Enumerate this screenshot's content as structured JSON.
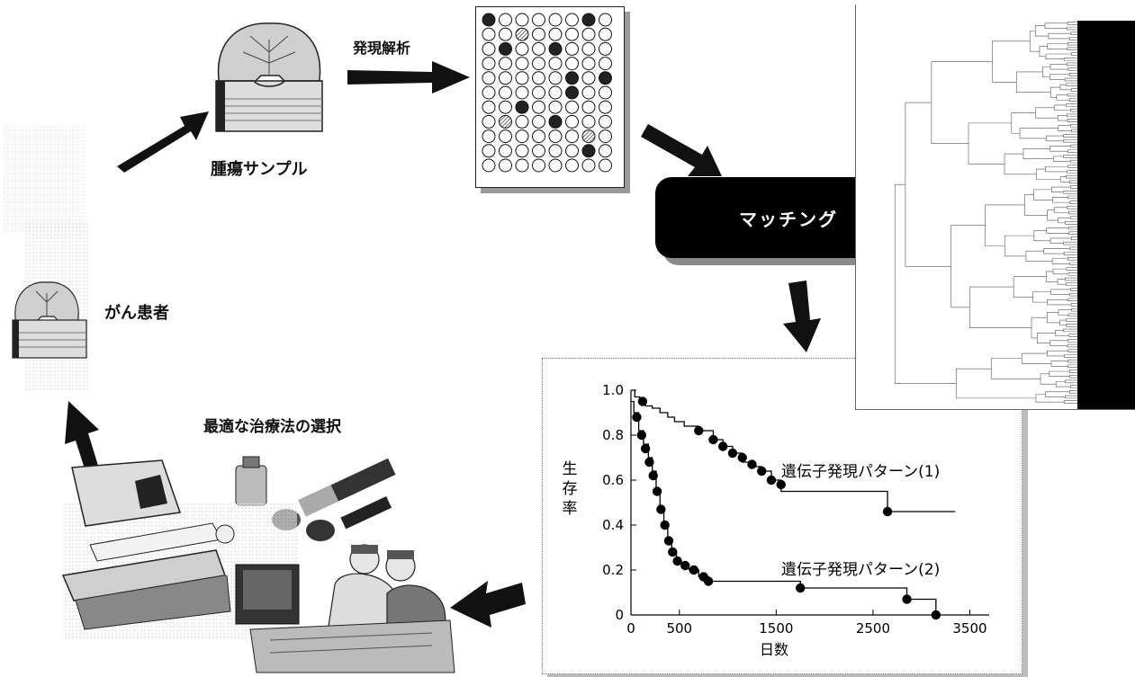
{
  "labels": {
    "expression_analysis": "発現解析",
    "tumor_sample": "腫瘍サンプル",
    "matching": "マッチング",
    "cancer_patient": "がん患者",
    "optimal_treatment": "最適な治療法の選択"
  },
  "chart_data": {
    "type": "line",
    "title": "",
    "xlabel": "日数",
    "ylabel": "生存率",
    "xlim": [
      0,
      3700
    ],
    "ylim": [
      0,
      1.0
    ],
    "xticks": [
      0,
      500,
      1500,
      2500,
      3500
    ],
    "yticks": [
      0,
      0.2,
      0.4,
      0.6,
      0.8,
      1.0
    ],
    "ytick_labels": [
      "0",
      "0.2",
      "0.4",
      "0.6",
      "0.8",
      "1.0"
    ],
    "series": [
      {
        "name": "遺伝子発現パターン(1)",
        "steps": [
          [
            0,
            1.0
          ],
          [
            40,
            0.97
          ],
          [
            90,
            0.95
          ],
          [
            150,
            0.93
          ],
          [
            220,
            0.92
          ],
          [
            300,
            0.9
          ],
          [
            380,
            0.88
          ],
          [
            450,
            0.86
          ],
          [
            550,
            0.84
          ],
          [
            700,
            0.82
          ],
          [
            850,
            0.78
          ],
          [
            950,
            0.75
          ],
          [
            1050,
            0.72
          ],
          [
            1150,
            0.68
          ],
          [
            1250,
            0.66
          ],
          [
            1350,
            0.64
          ],
          [
            1450,
            0.6
          ],
          [
            1550,
            0.55
          ],
          [
            2650,
            0.46
          ],
          [
            3350,
            0.46
          ]
        ],
        "censored": [
          [
            120,
            0.95
          ],
          [
            700,
            0.82
          ],
          [
            850,
            0.78
          ],
          [
            950,
            0.75
          ],
          [
            1050,
            0.72
          ],
          [
            1150,
            0.7
          ],
          [
            1250,
            0.67
          ],
          [
            1350,
            0.64
          ],
          [
            1450,
            0.6
          ],
          [
            1550,
            0.58
          ],
          [
            2650,
            0.46
          ]
        ]
      },
      {
        "name": "遺伝子発現パターン(2)",
        "steps": [
          [
            0,
            0.95
          ],
          [
            30,
            0.9
          ],
          [
            80,
            0.82
          ],
          [
            130,
            0.76
          ],
          [
            180,
            0.7
          ],
          [
            220,
            0.64
          ],
          [
            260,
            0.56
          ],
          [
            300,
            0.48
          ],
          [
            340,
            0.41
          ],
          [
            380,
            0.34
          ],
          [
            420,
            0.28
          ],
          [
            470,
            0.24
          ],
          [
            520,
            0.22
          ],
          [
            600,
            0.2
          ],
          [
            700,
            0.17
          ],
          [
            800,
            0.15
          ],
          [
            1750,
            0.12
          ],
          [
            2850,
            0.07
          ],
          [
            3150,
            0.0
          ]
        ],
        "censored": [
          [
            60,
            0.88
          ],
          [
            110,
            0.8
          ],
          [
            150,
            0.74
          ],
          [
            190,
            0.68
          ],
          [
            230,
            0.62
          ],
          [
            270,
            0.55
          ],
          [
            310,
            0.47
          ],
          [
            350,
            0.4
          ],
          [
            390,
            0.33
          ],
          [
            430,
            0.28
          ],
          [
            480,
            0.24
          ],
          [
            560,
            0.22
          ],
          [
            650,
            0.2
          ],
          [
            750,
            0.17
          ],
          [
            800,
            0.15
          ],
          [
            1750,
            0.12
          ],
          [
            2850,
            0.07
          ],
          [
            3150,
            0.0
          ]
        ]
      }
    ]
  },
  "microarray": {
    "rows": 11,
    "cols": 8,
    "filled_dark": [
      [
        0,
        0
      ],
      [
        0,
        6
      ],
      [
        2,
        1
      ],
      [
        2,
        4
      ],
      [
        4,
        5
      ],
      [
        4,
        7
      ],
      [
        5,
        5
      ],
      [
        6,
        2
      ],
      [
        7,
        4
      ],
      [
        9,
        6
      ]
    ],
    "filled_hatched": [
      [
        1,
        2
      ],
      [
        7,
        1
      ],
      [
        8,
        6
      ]
    ]
  }
}
